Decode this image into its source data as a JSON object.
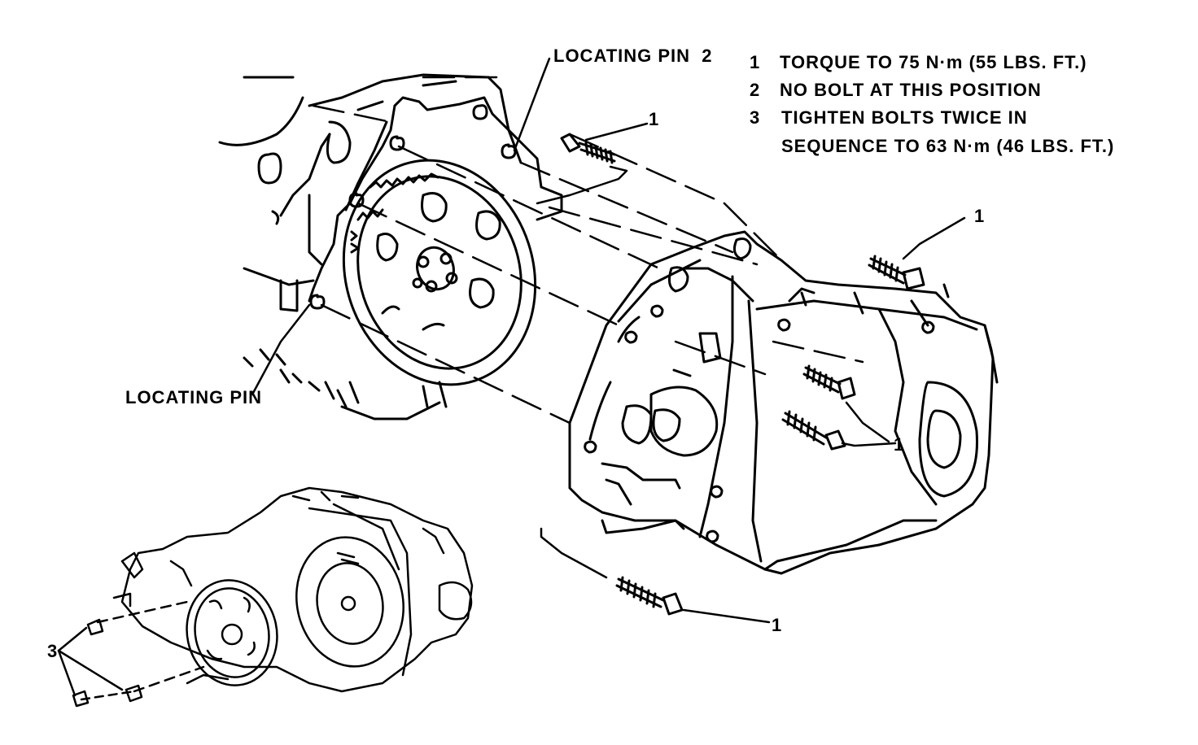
{
  "labels": {
    "locating_pin_2": "LOCATING PIN",
    "locating_pin_2_num": "2",
    "locating_pin": "LOCATING PIN",
    "callout_1": "1",
    "callout_3": "3"
  },
  "notes": [
    {
      "num": "1",
      "text": "TORQUE TO 75 N·m (55 LBS. FT.)"
    },
    {
      "num": "2",
      "text": "NO BOLT AT THIS POSITION"
    },
    {
      "num": "3",
      "text": "TIGHTEN BOLTS TWICE IN"
    },
    {
      "num": "",
      "text": "SEQUENCE TO 63 N·m (46 LBS. FT.)"
    }
  ],
  "colors": {
    "ink": "#000000",
    "paper": "#ffffff"
  }
}
